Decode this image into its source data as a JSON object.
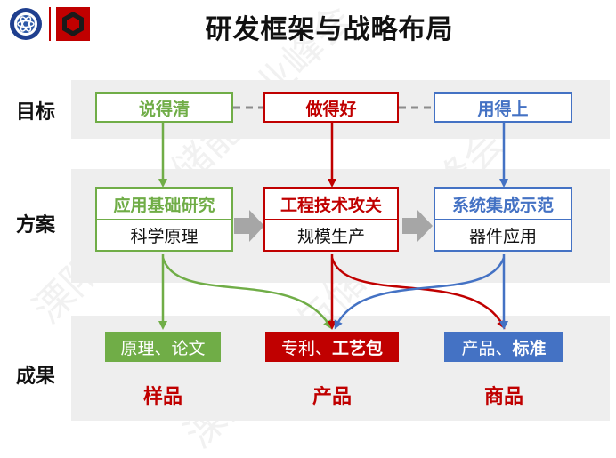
{
  "header": {
    "title": "研发框架与战略布局",
    "logo1_icon": "institute-seal-icon",
    "logo2_icon": "hexagon-logo-icon"
  },
  "rows": {
    "goal_label": "目标",
    "plan_label": "方案",
    "result_label": "成果"
  },
  "goals": [
    "说得清",
    "做得好",
    "用得上"
  ],
  "plans": [
    {
      "top": "应用基础研究",
      "bottom": "科学原理"
    },
    {
      "top": "工程技术攻关",
      "bottom": "规模生产"
    },
    {
      "top": "系统集成示范",
      "bottom": "器件应用"
    }
  ],
  "results": [
    {
      "part1": "原理、论文",
      "part2": ""
    },
    {
      "part1": "专利、",
      "part2": "工艺包"
    },
    {
      "part1": "产品、",
      "part2": "标准"
    }
  ],
  "outputs": [
    "样品",
    "产品",
    "商品"
  ],
  "watermark": "溧阳市力与储能产业峰会",
  "colors": {
    "green": "#70ad47",
    "red": "#c00000",
    "blue": "#4472c4",
    "band": "#eeeeee"
  }
}
